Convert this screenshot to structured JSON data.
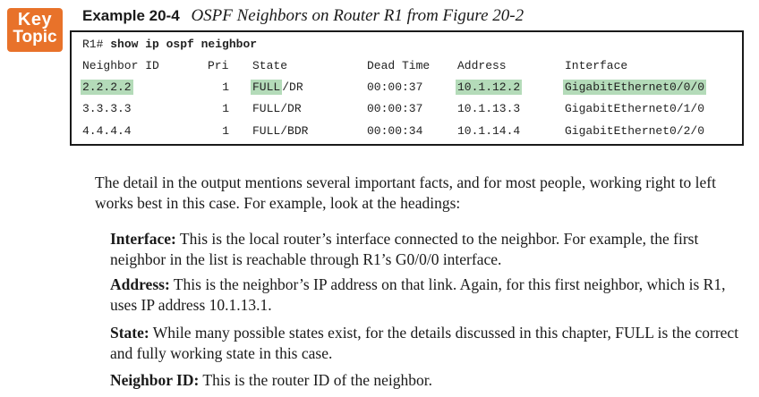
{
  "key_topic": {
    "line1": "Key",
    "line2": "Topic",
    "color": "#e8722a"
  },
  "example": {
    "number": "Example 20-4",
    "caption": "OSPF Neighbors on Router R1 from Figure 20-2"
  },
  "cli": {
    "prompt": "R1#",
    "command": "show ip ospf neighbor",
    "headers": {
      "neighbor_id": "Neighbor ID",
      "pri": "Pri",
      "state": "State",
      "dead_time": "Dead Time",
      "address": "Address",
      "interface": "Interface"
    },
    "rows": [
      {
        "neighbor_id": "2.2.2.2",
        "pri": "1",
        "state_main": "FULL",
        "state_role": "/DR",
        "dead_time": "00:00:37",
        "address": "10.1.12.2",
        "interface": "GigabitEthernet0/0/0"
      },
      {
        "neighbor_id": "3.3.3.3",
        "pri": "1",
        "state_main": "FULL",
        "state_role": "/DR",
        "dead_time": "00:00:37",
        "address": "10.1.13.3",
        "interface": "GigabitEthernet0/1/0"
      },
      {
        "neighbor_id": "4.4.4.4",
        "pri": "1",
        "state_main": "FULL",
        "state_role": "/BDR",
        "dead_time": "00:00:34",
        "address": "10.1.14.4",
        "interface": "GigabitEthernet0/2/0"
      }
    ],
    "highlight_color": "#b4dbb9"
  },
  "body": {
    "intro": "The detail in the output mentions several important facts, and for most people, working right to left works best in this case. For example, look at the headings:",
    "bullets": [
      {
        "term": "Interface:",
        "text": " This is the local router’s interface connected to the neighbor. For example, the first neighbor in the list is reachable through R1’s G0/0/0 interface."
      },
      {
        "term": "Address:",
        "text": " This is the neighbor’s IP address on that link. Again, for this first neighbor, which is R1, uses IP address 10.1.13.1."
      },
      {
        "term": "State:",
        "text": " While many possible states exist, for the details discussed in this chapter, FULL is the correct and fully working state in this case."
      },
      {
        "term": "Neighbor ID:",
        "text": " This is the router ID of the neighbor."
      }
    ]
  }
}
